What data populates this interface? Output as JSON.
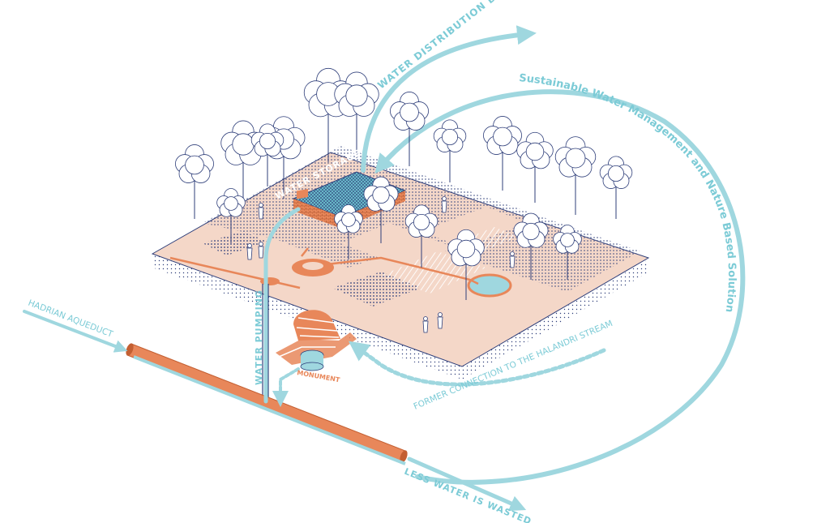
{
  "colors": {
    "water": "#9fd7df",
    "water_dark": "#6cc3cf",
    "pipe": "#e8875a",
    "ground": "#f4d7c8",
    "ink": "#2f3f7a",
    "label": "#7ccbd6"
  },
  "labels": {
    "water_distribution": "WATER DISTRIBUTION BY EYDAP",
    "sustainable": "Sustainable Water Management and Nature Based Solution",
    "water_storage": "WATER STORAGE",
    "hadrian_aqueduct": "HADRIAN AQUEDUCT",
    "water_pumping": "WATER PUMPING",
    "monument": "MONUMENT",
    "former_connection": "FORMER CONNECTION TO THE HALANDRI STREAM",
    "less_water": "LESS WATER IS WASTED"
  },
  "icons": [
    "arrow-icon",
    "tree-icon",
    "person-icon",
    "pipe-icon"
  ]
}
